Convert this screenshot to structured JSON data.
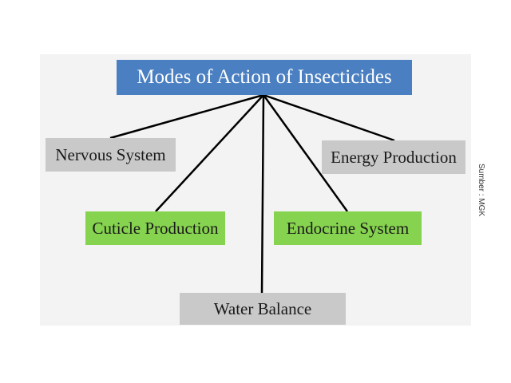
{
  "root": {
    "label": "Modes of Action of Insecticides",
    "color": "#4a7fc1"
  },
  "nodes": [
    {
      "id": "nervous",
      "label": "Nervous System",
      "color": "#c9c9c9"
    },
    {
      "id": "energy",
      "label": "Energy Production",
      "color": "#c9c9c9"
    },
    {
      "id": "cuticle",
      "label": "Cuticle Production",
      "color": "#86d34f"
    },
    {
      "id": "endocrine",
      "label": "Endocrine System",
      "color": "#86d34f"
    },
    {
      "id": "water",
      "label": "Water Balance",
      "color": "#c9c9c9"
    }
  ],
  "edges": [
    [
      "root",
      "nervous"
    ],
    [
      "root",
      "energy"
    ],
    [
      "root",
      "cuticle"
    ],
    [
      "root",
      "endocrine"
    ],
    [
      "root",
      "water"
    ]
  ],
  "source_note": "Sumber : MGK"
}
